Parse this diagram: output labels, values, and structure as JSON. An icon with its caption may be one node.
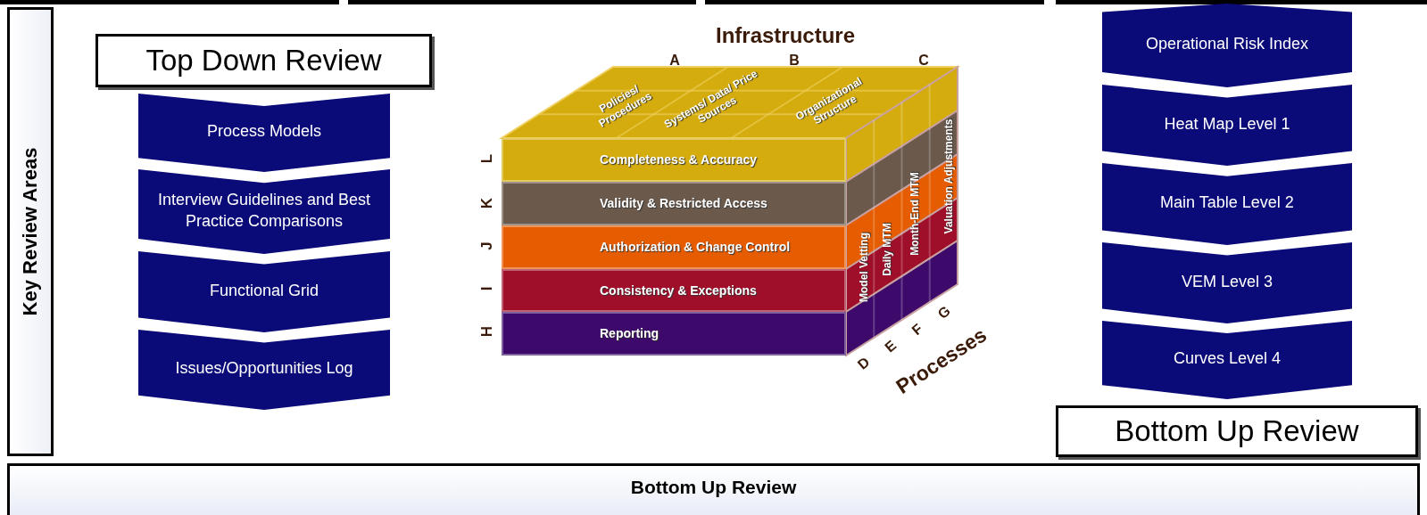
{
  "diagram": {
    "nodes": [
      {
        "text": [
          "Key Review Areas"
        ]
      },
      {
        "text": [
          "Top Down Review"
        ]
      },
      {
        "text": [
          "Process Models"
        ]
      },
      {
        "text": [
          "Interview Guidelines and Best Practice Comparisons"
        ]
      },
      {
        "text": [
          "Functional Grid"
        ]
      },
      {
        "text": [
          "Issues/Opportunities Log"
        ]
      },
      {
        "text": [
          "Operational Risk Index"
        ]
      },
      {
        "text": [
          "Heat Map Level 1"
        ]
      },
      {
        "text": [
          "Main Table Level 2"
        ]
      },
      {
        "text": [
          "VEM Level 3"
        ]
      },
      {
        "text": [
          "Curves Level 4"
        ]
      },
      {
        "text": [
          "Bottom Up Review"
        ]
      },
      {
        "text": [
          "Bottom Up Review"
        ]
      },
      {
        "text": [
          "Completeness & Accuracy"
        ]
      },
      {
        "text": [
          "Validity & Restricted Access"
        ]
      },
      {
        "text": [
          "Authorization & Change Control"
        ]
      },
      {
        "text": [
          "Consistency & Exceptions"
        ]
      },
      {
        "text": [
          "Reporting"
        ]
      }
    ],
    "labels": [
      "Infrastructure",
      "A",
      "B",
      "C",
      "Policies/ Procedures",
      "Systems/ Data/ Price Sources",
      "Organizational Structure",
      "L",
      "K",
      "J",
      "I",
      "H",
      "Model Vetting",
      "Daily MTM",
      "Month-End MTM",
      "Valuation Adjustments",
      "D",
      "E",
      "F",
      "G",
      "Processes"
    ]
  }
}
